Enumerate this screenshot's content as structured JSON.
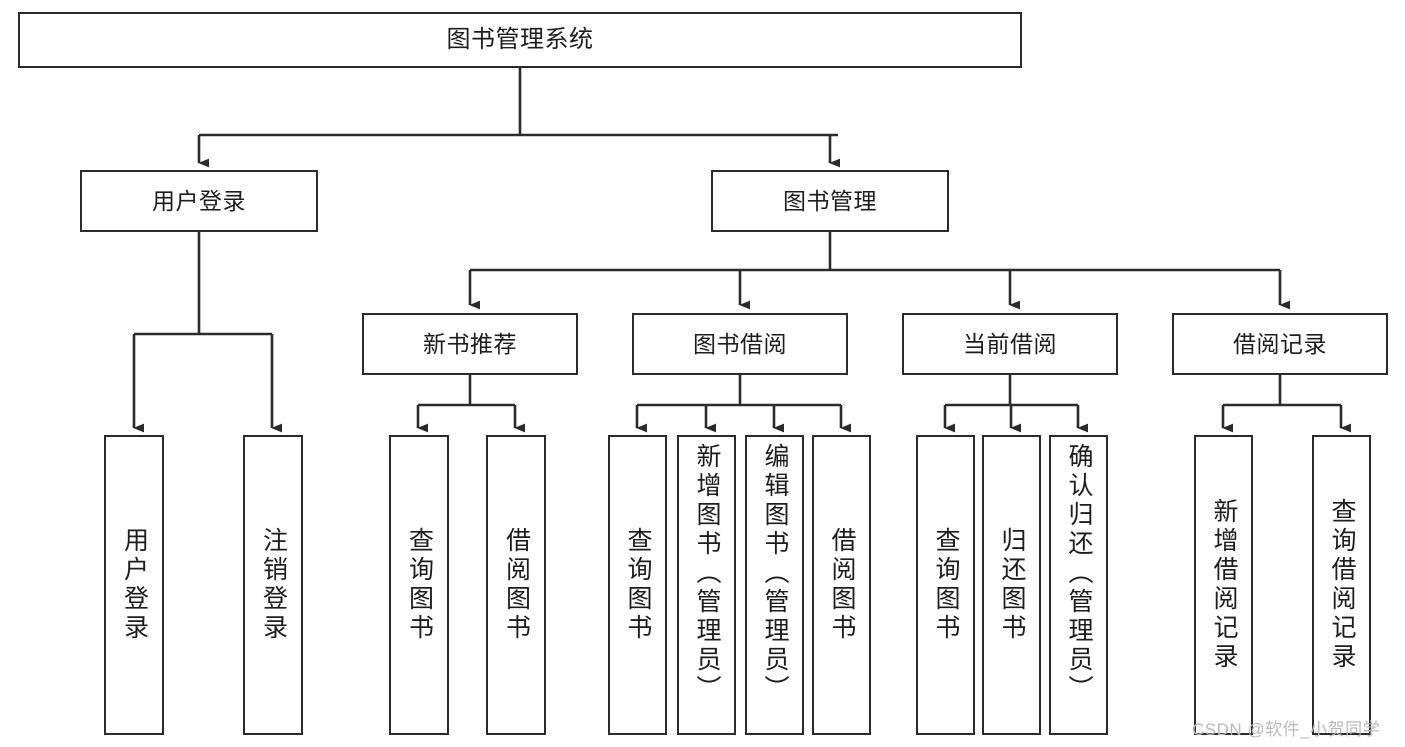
{
  "diagram": {
    "title": "图书管理系统",
    "type": "tree",
    "colors": {
      "stroke": "#2b2b2b",
      "fill": "#ffffff",
      "text": "#1d1d1d",
      "watermark": "#b9b9b9"
    },
    "watermark": "CSDN @软件_小贺同学"
  },
  "nodes": {
    "root": {
      "label": "图书管理系统",
      "level": 1
    },
    "level2": [
      {
        "id": "user-login",
        "label": "用户登录"
      },
      {
        "id": "book-manage",
        "label": "图书管理"
      }
    ],
    "level3": [
      {
        "id": "new-book-recommend",
        "label": "新书推荐"
      },
      {
        "id": "book-borrow",
        "label": "图书借阅"
      },
      {
        "id": "current-borrow",
        "label": "当前借阅"
      },
      {
        "id": "borrow-record",
        "label": "借阅记录"
      }
    ],
    "leaves": {
      "user-login": [
        {
          "id": "leaf-user-login",
          "label": "用户登录"
        },
        {
          "id": "leaf-logout-login",
          "label": "注销登录"
        }
      ],
      "new-book-recommend": [
        {
          "id": "leaf-query-book-1",
          "label": "查询图书"
        },
        {
          "id": "leaf-borrow-book-1",
          "label": "借阅图书"
        }
      ],
      "book-borrow": [
        {
          "id": "leaf-query-book-2",
          "label": "查询图书"
        },
        {
          "id": "leaf-add-book-admin",
          "label": "新增图书（管理员）"
        },
        {
          "id": "leaf-edit-book-admin",
          "label": "编辑图书（管理员）"
        },
        {
          "id": "leaf-borrow-book-2",
          "label": "借阅图书"
        }
      ],
      "current-borrow": [
        {
          "id": "leaf-query-book-3",
          "label": "查询图书"
        },
        {
          "id": "leaf-return-book",
          "label": "归还图书"
        },
        {
          "id": "leaf-confirm-return-admin",
          "label": "确认归还（管理员）"
        }
      ],
      "borrow-record": [
        {
          "id": "leaf-add-borrow-record",
          "label": "新增借阅记录"
        },
        {
          "id": "leaf-query-borrow-record",
          "label": "查询借阅记录"
        }
      ]
    }
  }
}
